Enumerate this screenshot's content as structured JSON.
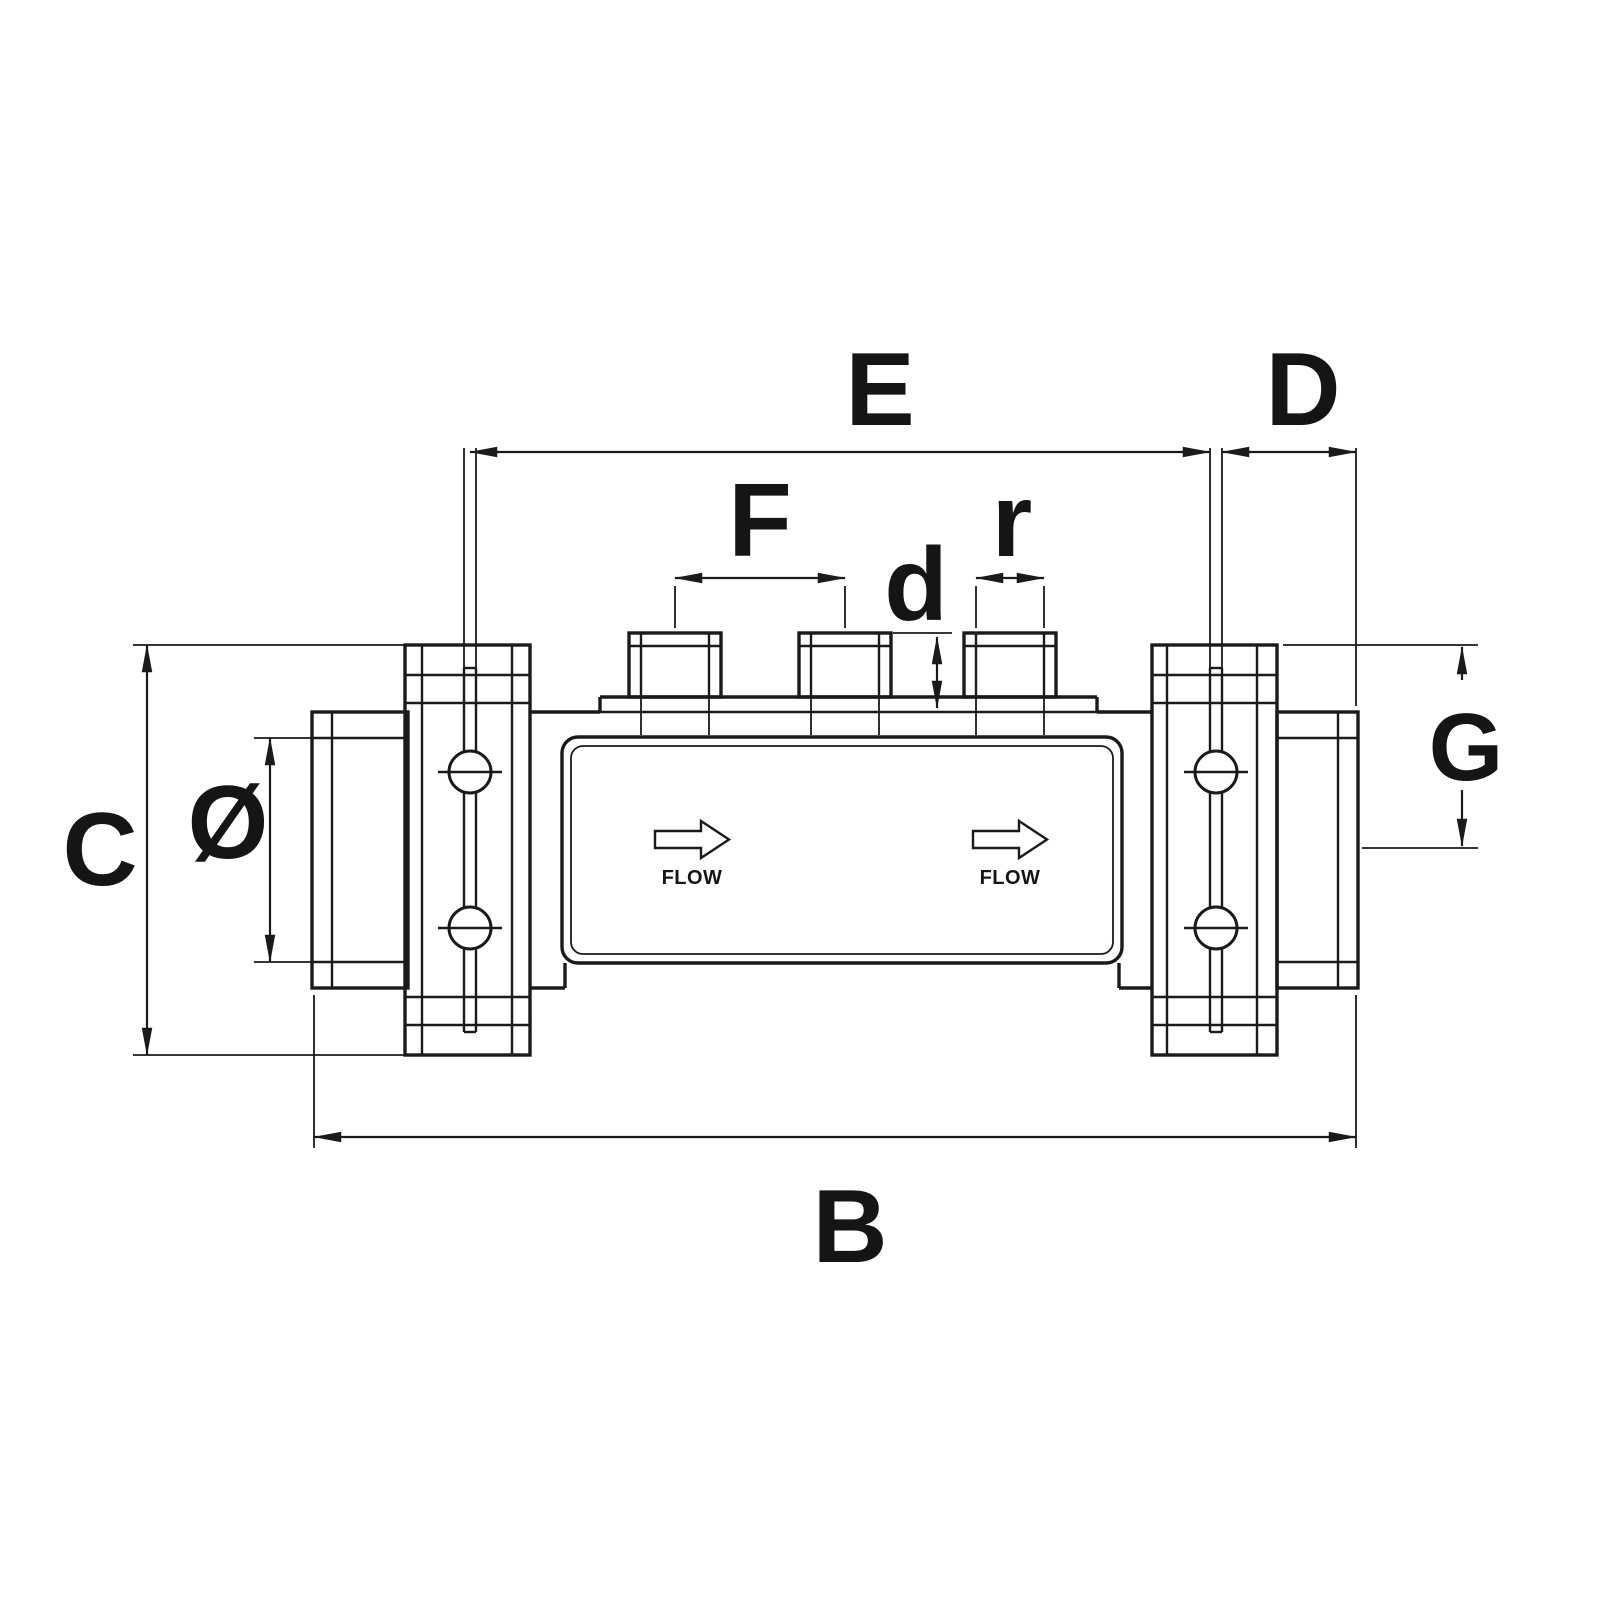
{
  "diagram": {
    "type": "technical-dimension-drawing",
    "colors": {
      "line": "#1a1a1a",
      "background": "#ffffff"
    },
    "dimension_labels": {
      "E": "E",
      "D": "D",
      "F": "F",
      "d": "d",
      "r": "r",
      "G": "G",
      "C": "C",
      "diameter": "Ø",
      "B": "B"
    },
    "flow_markers": {
      "left": "FLOW",
      "right": "FLOW"
    }
  }
}
